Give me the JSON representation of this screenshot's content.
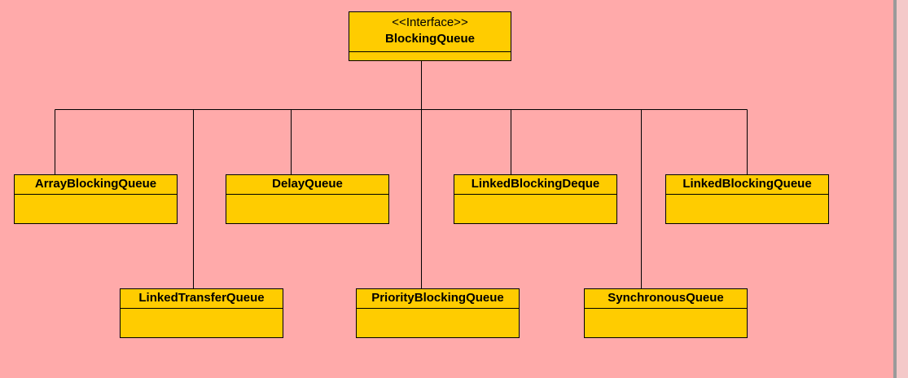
{
  "diagram": {
    "interface": {
      "stereotype": "<<Interface>>",
      "name": "BlockingQueue"
    },
    "classes": [
      {
        "name": "ArrayBlockingQueue"
      },
      {
        "name": "DelayQueue"
      },
      {
        "name": "LinkedBlockingDeque"
      },
      {
        "name": "LinkedBlockingQueue"
      },
      {
        "name": "LinkedTransferQueue"
      },
      {
        "name": "PriorityBlockingQueue"
      },
      {
        "name": "SynchronousQueue"
      }
    ],
    "colors": {
      "background": "#ffaaaa",
      "class_fill": "#ffcc00",
      "line": "#000000"
    }
  }
}
